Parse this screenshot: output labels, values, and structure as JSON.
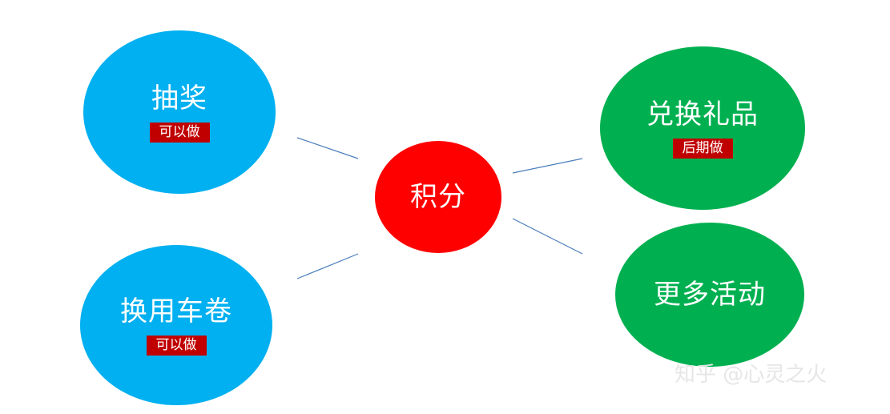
{
  "colors": {
    "blue_node": "#00b0f0",
    "green_node": "#00b050",
    "center_node": "#ff0000",
    "tag": "#c00000",
    "connector": "#4a7ebb"
  },
  "nodes": {
    "center": {
      "label": "积分"
    },
    "lottery": {
      "label": "抽奖",
      "tag": "可以做"
    },
    "coupon": {
      "label": "换用车卷",
      "tag": "可以做"
    },
    "gift": {
      "label": "兑换礼品",
      "tag": "后期做"
    },
    "activity": {
      "label": "更多活动"
    }
  },
  "watermark": "知乎 @心灵之火"
}
